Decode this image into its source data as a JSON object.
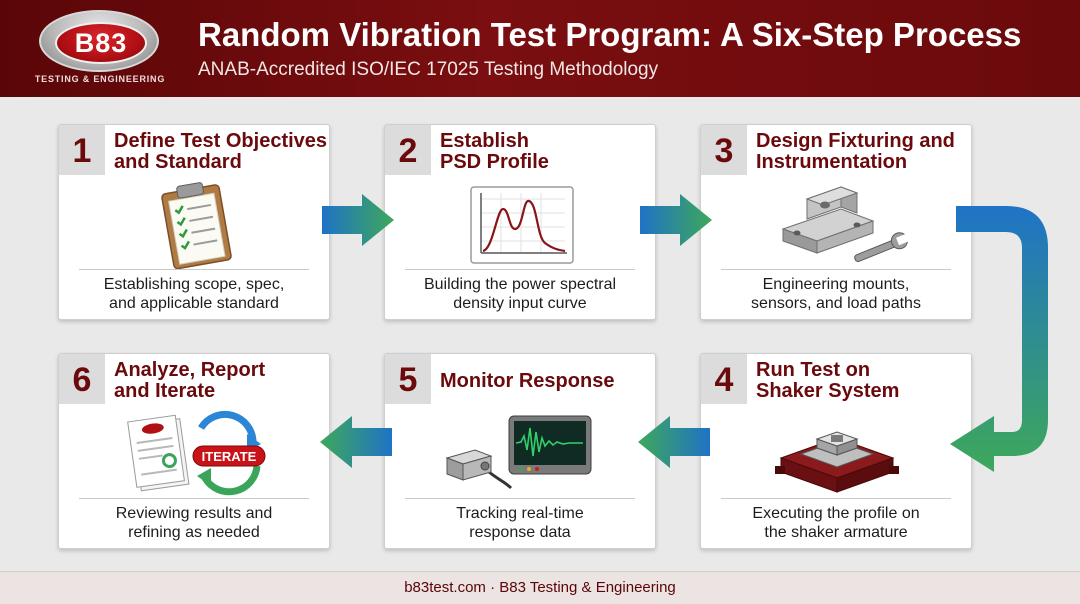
{
  "header": {
    "logo_text": "B83",
    "logo_subtext": "TESTING & ENGINEERING",
    "title": "Random Vibration Test Program: A Six-Step Process",
    "subtitle": "ANAB-Accredited ISO/IEC 17025 Testing Methodology"
  },
  "steps": [
    {
      "number": "1",
      "title": [
        "Define Test Objectives",
        "and Standard"
      ],
      "description": [
        "Establishing scope, spec,",
        "and applicable standard"
      ],
      "icon": "clipboard-checklist-icon"
    },
    {
      "number": "2",
      "title": [
        "Establish",
        "PSD Profile"
      ],
      "description": [
        "Building the power spectral",
        "density input curve"
      ],
      "icon": "psd-graph-icon"
    },
    {
      "number": "3",
      "title": [
        "Design Fixturing and",
        "Instrumentation"
      ],
      "description": [
        "Engineering mounts,",
        "sensors, and load paths"
      ],
      "icon": "fixture-wrench-icon"
    },
    {
      "number": "4",
      "title": [
        "Run Test on",
        "Shaker System"
      ],
      "description": [
        "Executing the profile on",
        "the shaker armature"
      ],
      "icon": "shaker-table-icon"
    },
    {
      "number": "5",
      "title": [
        "Monitor Response"
      ],
      "description": [
        "Tracking real-time",
        "response data"
      ],
      "icon": "accelerometer-monitor-icon"
    },
    {
      "number": "6",
      "title": [
        "Analyze, Report",
        "and Iterate"
      ],
      "description": [
        "Reviewing results and",
        "refining as needed"
      ],
      "icon": "report-iterate-icon",
      "badge": "ITERATE"
    }
  ],
  "footer": {
    "text": "b83test.com · B83 Testing & Engineering"
  },
  "colors": {
    "header_bg": "#6a0a0c",
    "accent": "#6a0a0c",
    "arrow_blue": "#1f78c8",
    "arrow_green": "#3aa55a"
  }
}
